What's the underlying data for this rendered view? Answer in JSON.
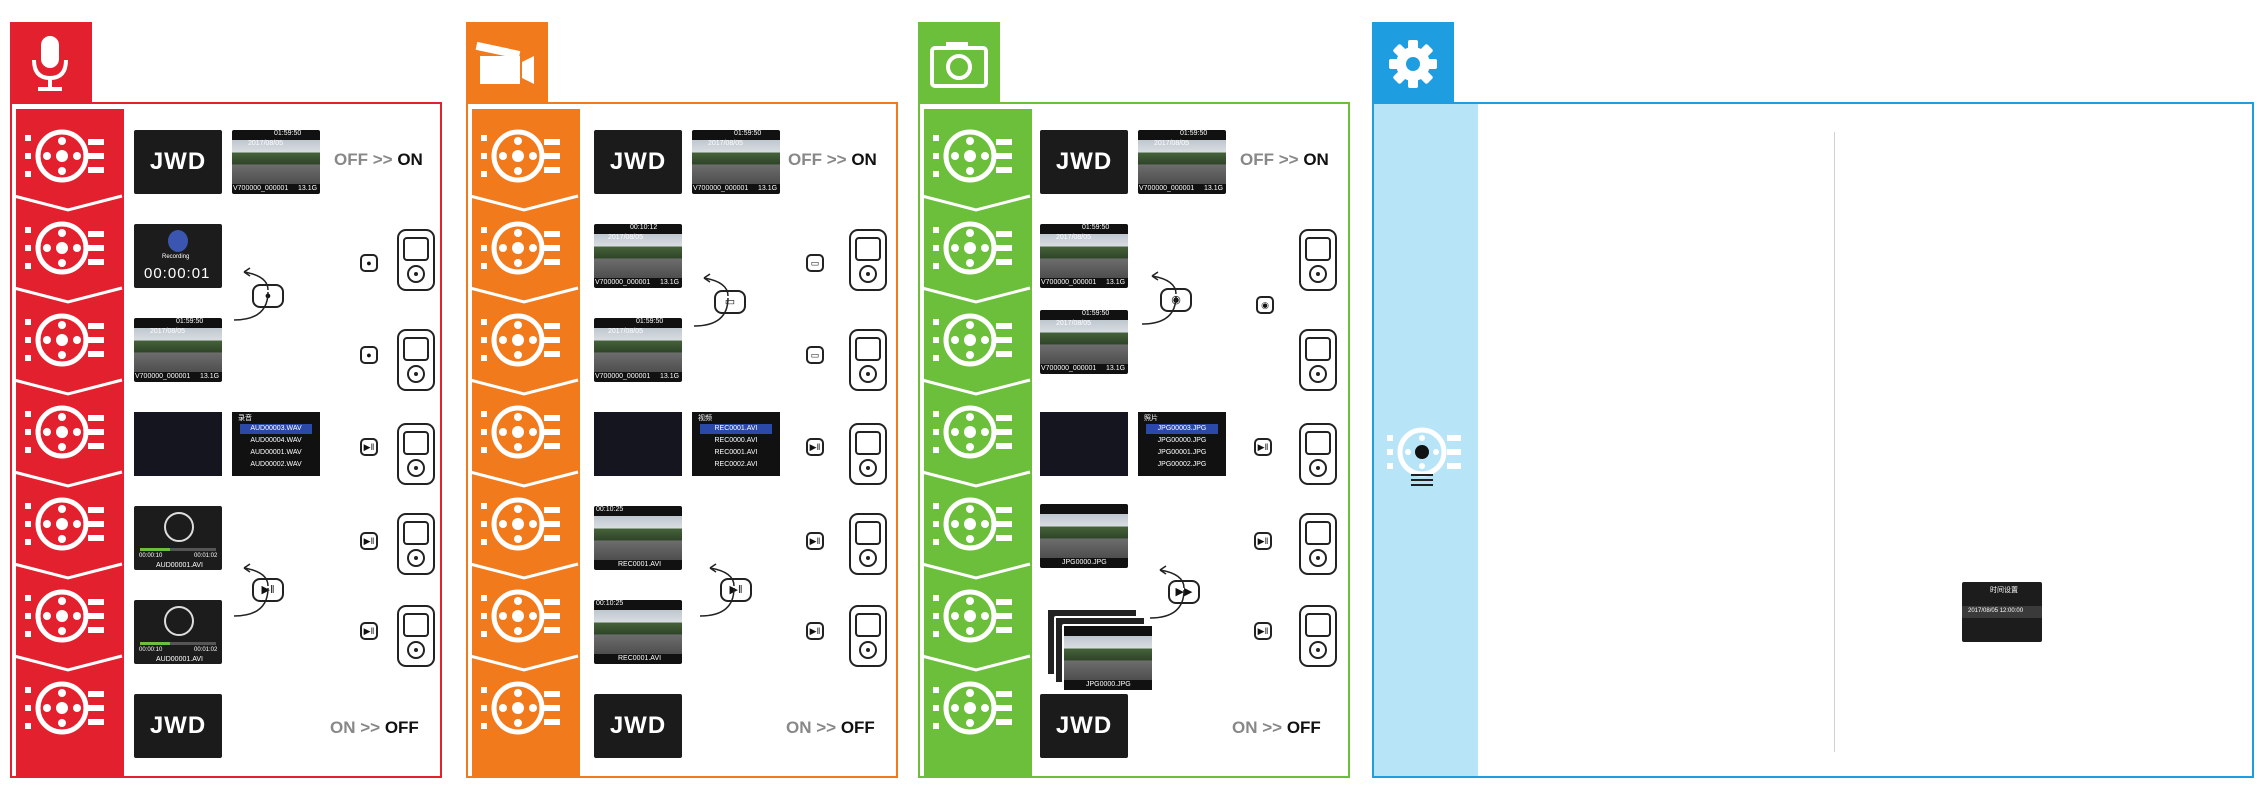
{
  "logo": "JWD",
  "colors": {
    "audio": "#e3202d",
    "video": "#f07a1c",
    "photo": "#6cbf3b",
    "settings": "#1e9ee0",
    "settings_light": "#b8e4f8"
  },
  "icons": {
    "audio": "microphone-icon",
    "video": "video-camera-icon",
    "photo": "camera-icon",
    "settings": "gear-icon"
  },
  "status": {
    "time": "01:59:50",
    "date": "2017/08/05",
    "file_video": "V700000_000001",
    "size": "13.1G"
  },
  "power": {
    "off_label": "OFF",
    "on_label": "ON",
    "sep": ">>"
  },
  "audio": {
    "timer": "00:00:01",
    "rec_label": "Recording",
    "files": [
      "AUD00003.WAV",
      "AUD00004.WAV",
      "AUD00001.WAV",
      "AUD00002.WAV"
    ],
    "menu_title": "录音",
    "play_time_left": "00:00:10",
    "play_time_right": "00:01:02",
    "play_file": "AUD00001.AVI",
    "play_file2": "AUD00001.AVI"
  },
  "video": {
    "rec_time": "00:10:12",
    "files": [
      "REC0001.AVI",
      "REC0000.AVI",
      "REC0001.AVI",
      "REC0002.AVI"
    ],
    "menu_title": "视频",
    "play_time": "00:10:25",
    "play_file": "REC0001.AVI",
    "play_file2": "REC0001.AVI"
  },
  "photo": {
    "files": [
      "JPG00003.JPG",
      "JPG00000.JPG",
      "JPG00001.JPG",
      "JPG00002.JPG"
    ],
    "menu_title": "照片",
    "view_file": "JPG0000.JPG",
    "view_file2": "JPG0000.JPG"
  },
  "settings": {
    "dialog_title": "时间设置",
    "dialog_value": "2017/08/05  12:00:00"
  },
  "menu_labels": [
    "录音",
    "视频",
    "照片"
  ]
}
